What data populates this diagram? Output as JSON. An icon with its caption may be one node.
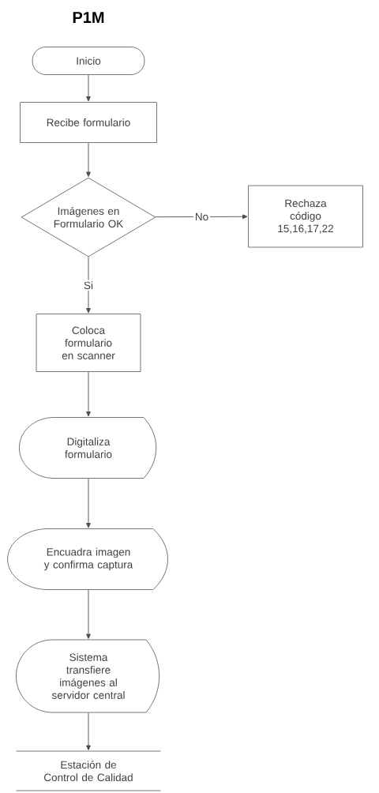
{
  "diagram": {
    "title": "P1M",
    "nodes": [
      {
        "text": [
          "Inicio"
        ]
      },
      {
        "text": [
          "Recibe formulario"
        ]
      },
      {
        "text": [
          "Imágenes en Formulario OK"
        ]
      },
      {
        "text": [
          "Rechaza código 15,16,17,22"
        ]
      },
      {
        "text": [
          "Coloca formulario en scanner"
        ]
      },
      {
        "text": [
          "Digitaliza formulario"
        ]
      },
      {
        "text": [
          "Encuadra imagen y confirma captura"
        ]
      },
      {
        "text": [
          "Sistema transfiere imágenes al servidor central"
        ]
      },
      {
        "text": [
          "Estación de Control de Calidad"
        ]
      }
    ],
    "edges": [
      {
        "from": 0,
        "to": 1,
        "arrow": "to"
      },
      {
        "from": 1,
        "to": 2,
        "arrow": "to"
      },
      {
        "from": 2,
        "to": 3,
        "label": "No",
        "arrow": "to"
      },
      {
        "from": 2,
        "to": 4,
        "label": "Si",
        "arrow": "to"
      },
      {
        "from": 4,
        "to": 5,
        "arrow": "to"
      },
      {
        "from": 5,
        "to": 6,
        "arrow": "to"
      },
      {
        "from": 6,
        "to": 7,
        "arrow": "to"
      },
      {
        "from": 7,
        "to": 8,
        "arrow": "to"
      }
    ]
  }
}
